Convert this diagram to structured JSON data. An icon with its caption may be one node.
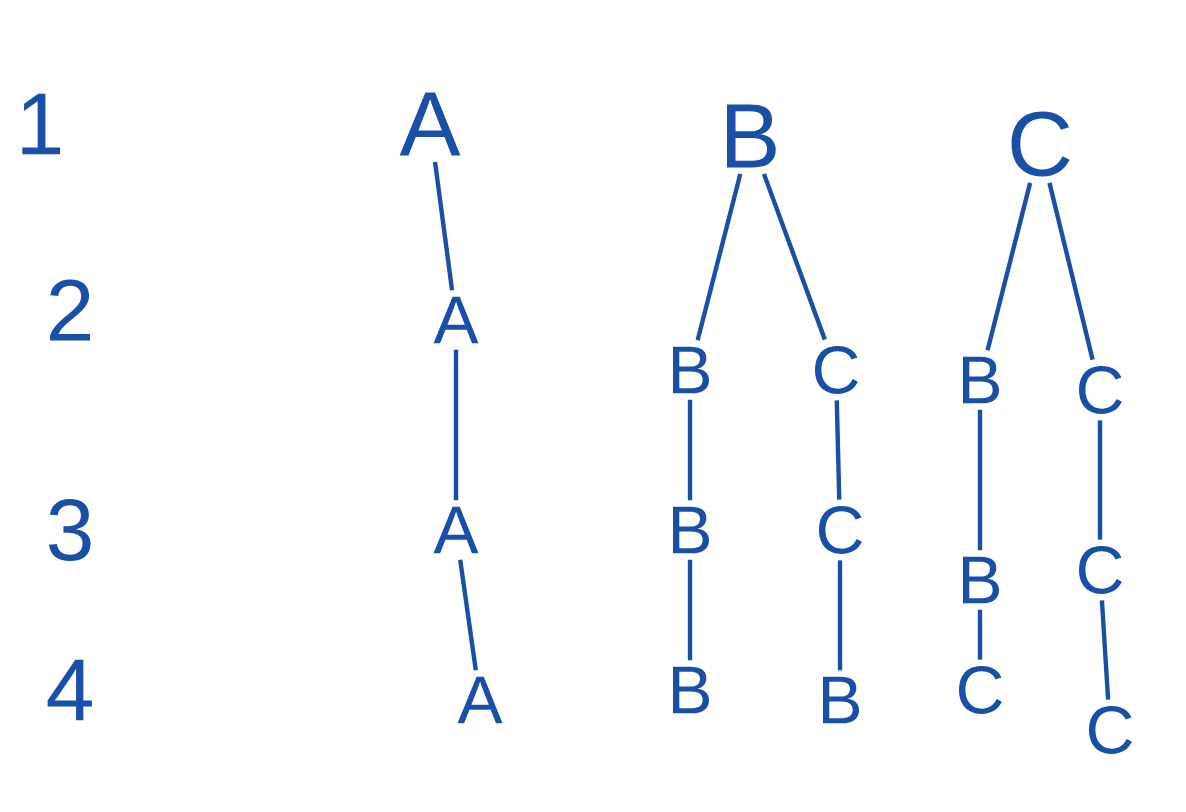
{
  "diagram": {
    "nodes": [
      {
        "text": [
          "A"
        ]
      },
      {
        "text": [
          "B"
        ]
      },
      {
        "text": [
          "C"
        ]
      },
      {
        "text": [
          "A"
        ]
      },
      {
        "text": [
          "B"
        ]
      },
      {
        "text": [
          "C"
        ]
      },
      {
        "text": [
          "B"
        ]
      },
      {
        "text": [
          "C"
        ]
      },
      {
        "text": [
          "A"
        ]
      },
      {
        "text": [
          "B"
        ]
      },
      {
        "text": [
          "C"
        ]
      },
      {
        "text": [
          "B"
        ]
      },
      {
        "text": [
          "C"
        ]
      },
      {
        "text": [
          "A"
        ]
      },
      {
        "text": [
          "B"
        ]
      },
      {
        "text": [
          "B"
        ]
      },
      {
        "text": [
          "C"
        ]
      },
      {
        "text": [
          "C"
        ]
      }
    ],
    "edges": [
      {
        "from": 0,
        "to": 3,
        "arrow": "none"
      },
      {
        "from": 1,
        "to": 4,
        "arrow": "none"
      },
      {
        "from": 1,
        "to": 5,
        "arrow": "none"
      },
      {
        "from": 2,
        "to": 6,
        "arrow": "none"
      },
      {
        "from": 2,
        "to": 7,
        "arrow": "none"
      },
      {
        "from": 3,
        "to": 8,
        "arrow": "none"
      },
      {
        "from": 4,
        "to": 9,
        "arrow": "none"
      },
      {
        "from": 5,
        "to": 10,
        "arrow": "none"
      },
      {
        "from": 6,
        "to": 11,
        "arrow": "none"
      },
      {
        "from": 7,
        "to": 12,
        "arrow": "none"
      },
      {
        "from": 8,
        "to": 13,
        "arrow": "none"
      },
      {
        "from": 9,
        "to": 14,
        "arrow": "none"
      },
      {
        "from": 10,
        "to": 15,
        "arrow": "none"
      },
      {
        "from": 11,
        "to": 16,
        "arrow": "none"
      },
      {
        "from": 12,
        "to": 17,
        "arrow": "none"
      }
    ],
    "labels": [
      "1",
      "2",
      "3",
      "4"
    ]
  }
}
